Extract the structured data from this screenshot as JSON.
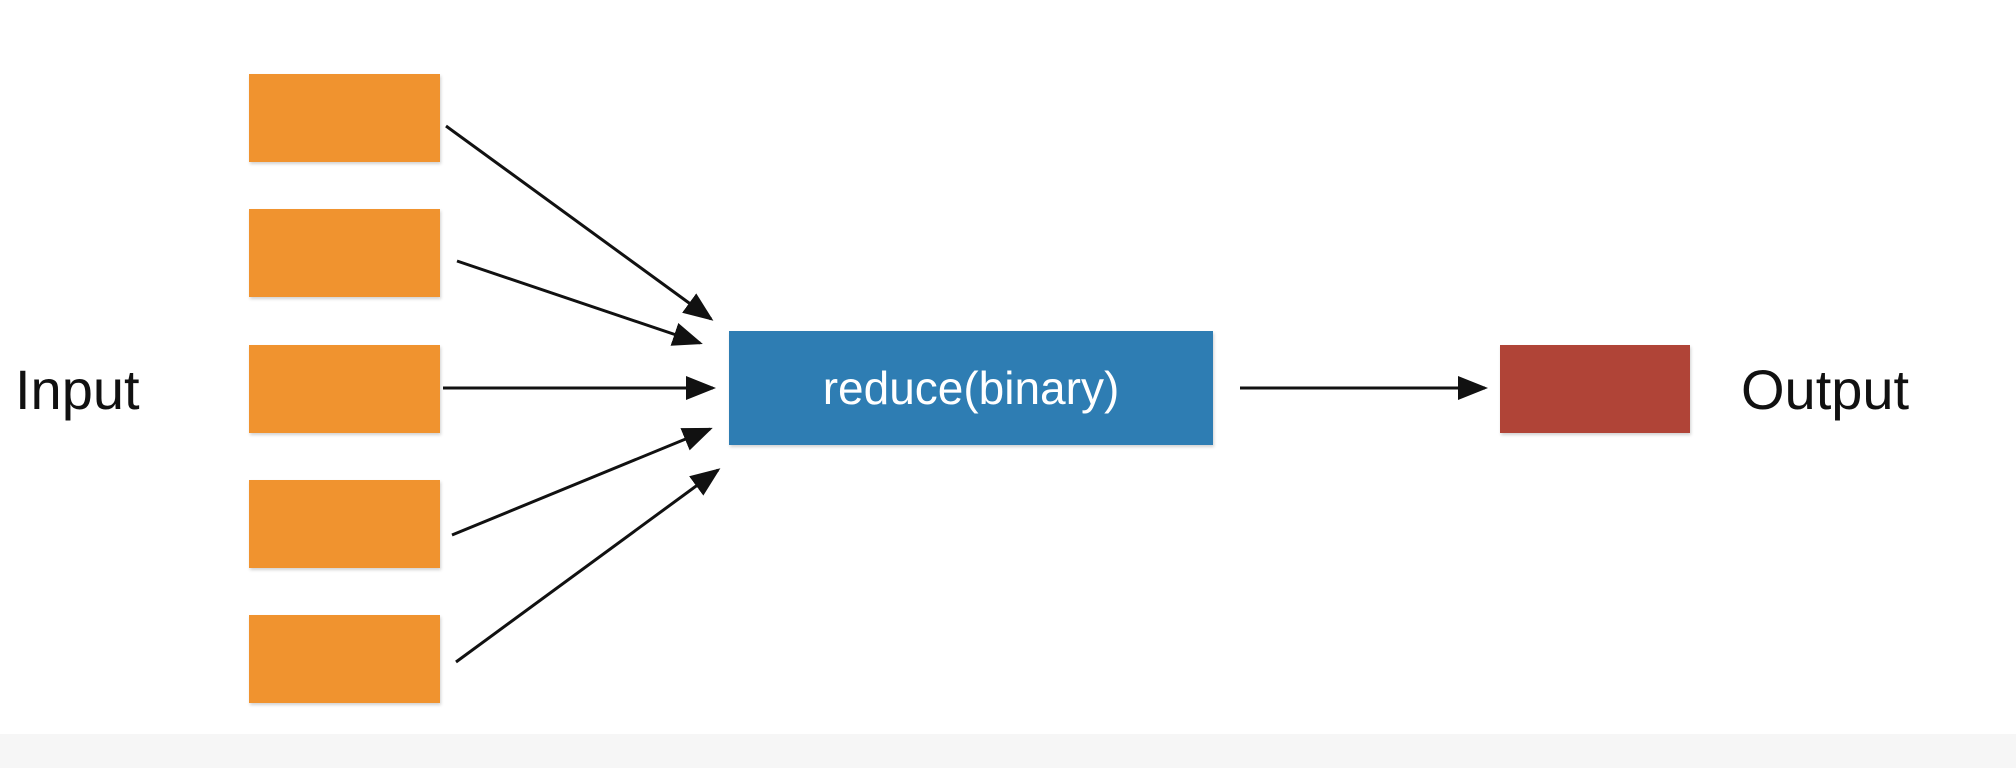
{
  "labels": {
    "input": "Input",
    "output": "Output",
    "process": "reduce(binary)"
  },
  "colors": {
    "input_box": "#f0932f",
    "process_box": "#2e7db3",
    "output_box": "#b04437",
    "arrow": "#111111"
  },
  "inputs": [
    {
      "id": "input-1"
    },
    {
      "id": "input-2"
    },
    {
      "id": "input-3"
    },
    {
      "id": "input-4"
    },
    {
      "id": "input-5"
    }
  ]
}
